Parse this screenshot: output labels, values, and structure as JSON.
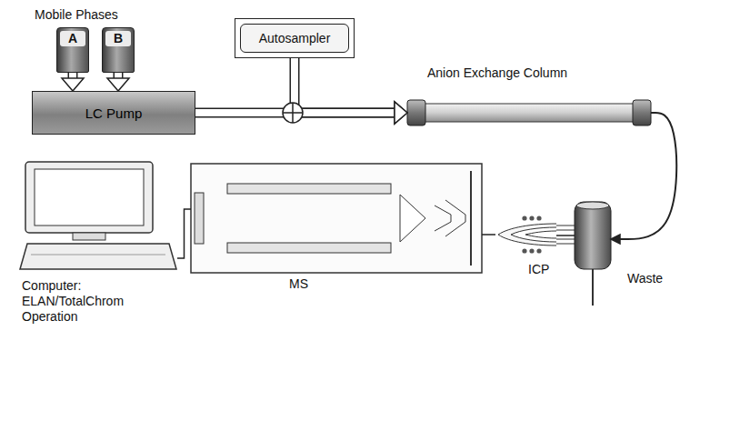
{
  "diagram": {
    "nodes": [
      {
        "text": [
          "A"
        ]
      },
      {
        "text": [
          "B"
        ]
      },
      {
        "text": [
          "LC Pump"
        ]
      },
      {
        "text": [
          "Autosampler"
        ]
      },
      {
        "text": [
          "Anion Exchange Column"
        ]
      },
      {
        "text": [
          "Computer: ELAN/TotalChrom Operation"
        ]
      },
      {
        "text": [
          "MS"
        ]
      },
      {
        "text": [
          "ICP"
        ]
      },
      {
        "text": [
          "Waste"
        ]
      }
    ],
    "edges": [
      {
        "from": 0,
        "to": 2,
        "arrow": "to"
      },
      {
        "from": 1,
        "to": 2,
        "arrow": "to"
      },
      {
        "from": 2,
        "to": 4,
        "arrow": "to"
      },
      {
        "from": 3,
        "to": 4,
        "arrow": "to"
      },
      {
        "from": 4,
        "to": 8,
        "arrow": "to"
      },
      {
        "from": 8,
        "to": 7,
        "arrow": "none"
      },
      {
        "from": 7,
        "to": 6,
        "arrow": "none"
      },
      {
        "from": 5,
        "to": 6,
        "arrow": "none"
      }
    ],
    "labels": [
      "Mobile Phases"
    ]
  }
}
